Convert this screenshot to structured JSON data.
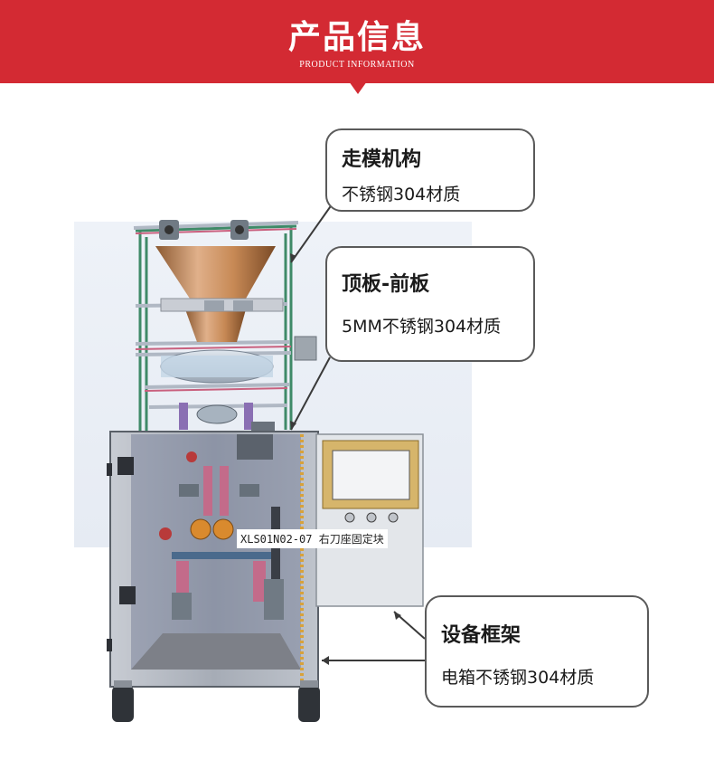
{
  "header": {
    "title": "产品信息",
    "subtitle": "PRODUCT INFORMATION",
    "bg_color": "#d32a33"
  },
  "callouts": [
    {
      "title": "走模机构",
      "subtitle": "不锈钢304材质"
    },
    {
      "title": "顶板-前板",
      "subtitle": "5MM不锈钢304材质"
    },
    {
      "title": "设备框架",
      "subtitle": "电箱不锈钢304材质"
    }
  ],
  "part_label": "XLS01N02-07 右刀座固定块"
}
